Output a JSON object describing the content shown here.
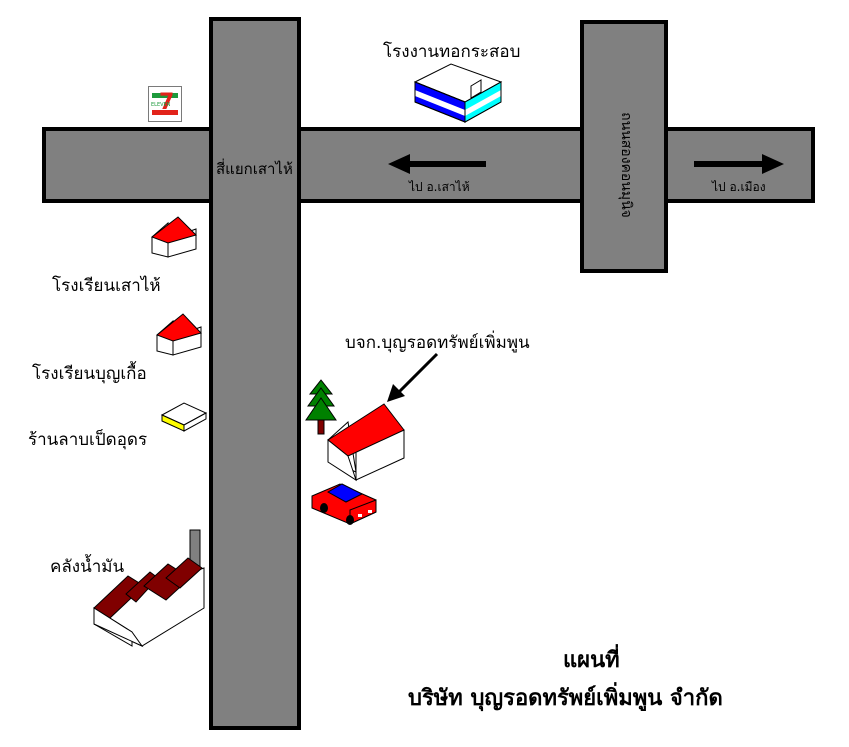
{
  "roads": {
    "main_road_label": "สี่แยกเสาไห้",
    "side_road_label": "ถนนสองคอนมุนิจ"
  },
  "directions": {
    "to_saohai": "ไป อ.เสาไห้",
    "to_mueang": "ไป อ.เมือง"
  },
  "landmarks": {
    "seven_eleven": "ELEVEN",
    "seven_eleven_number": "7",
    "pipe_factory": "โรงงานทอกระสอบ",
    "school_saohai": "โรงเรียนเสาไห้",
    "school_bunkuea": "โรงเรียนบุญเกื้อ",
    "duck_shop": "ร้านลาบเป็ดอุดร",
    "oil_depot": "คลังน้ำมัน",
    "company_short": "บจก.บุญรอดทรัพย์เพิ่มพูน"
  },
  "title": {
    "line1": "แผนที่",
    "line2": "บริษัท บุญรอดทรัพย์เพิ่มพูน จำกัด"
  },
  "colors": {
    "road": "#808080",
    "roof_red": "#ff0000",
    "factory_roof": "#800000",
    "tree": "#008000",
    "shop_roof": "#ffff00",
    "factory_blue": "#0000ff",
    "factory_cyan": "#00ffff"
  }
}
